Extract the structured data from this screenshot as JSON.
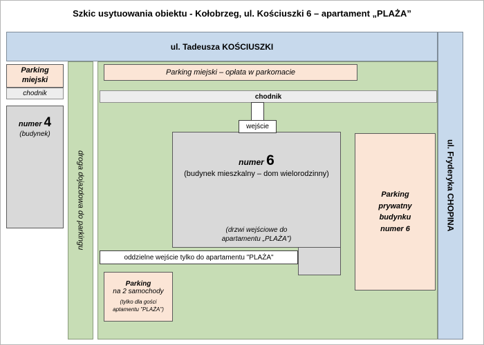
{
  "title": "Szkic usytuowania obiektu - Kołobrzeg, ul. Kościuszki 6 – apartament „PLAŻA”",
  "streets": {
    "top": "ul. Tadeusza KOŚCIUSZKI",
    "right": "ul. Fryderyka CHOPINA"
  },
  "left": {
    "parking_label": "Parking\nmiejski",
    "sidewalk_label": "chodnik"
  },
  "building4": {
    "prefix": "numer ",
    "number": "4",
    "note": "(budynek)"
  },
  "access_road_label": "droga dojazdowa do parkingu",
  "main": {
    "paid_parking_label": "Parking miejski – opłata w parkomacie",
    "sidewalk_label": "chodnik",
    "entrance_label": "wejście",
    "separate_entrance_label": "oddzielne wejście tylko do apartamentu \"PLAŻA\"",
    "guest_parking": {
      "line1": "Parking",
      "line2": "na 2 samochody",
      "small": "(tylko dla gości\naptamentu \"PLAŻA\")"
    },
    "private_parking_label": "Parking\nprywatny\nbudynku\nnumer 6"
  },
  "building6": {
    "prefix": "numer ",
    "number": "6",
    "subtitle": "(budynek mieszkalny – dom wielorodzinny)",
    "door_note": "(drzwi wejściowe do\napartamentu „PLAŻA”)"
  },
  "colors": {
    "street_blue": "#c7d9ec",
    "grass_green": "#c7ddb5",
    "parking_peach": "#fbe5d6",
    "building_gray": "#d9d9d9",
    "sidewalk_gray": "#ededed"
  }
}
